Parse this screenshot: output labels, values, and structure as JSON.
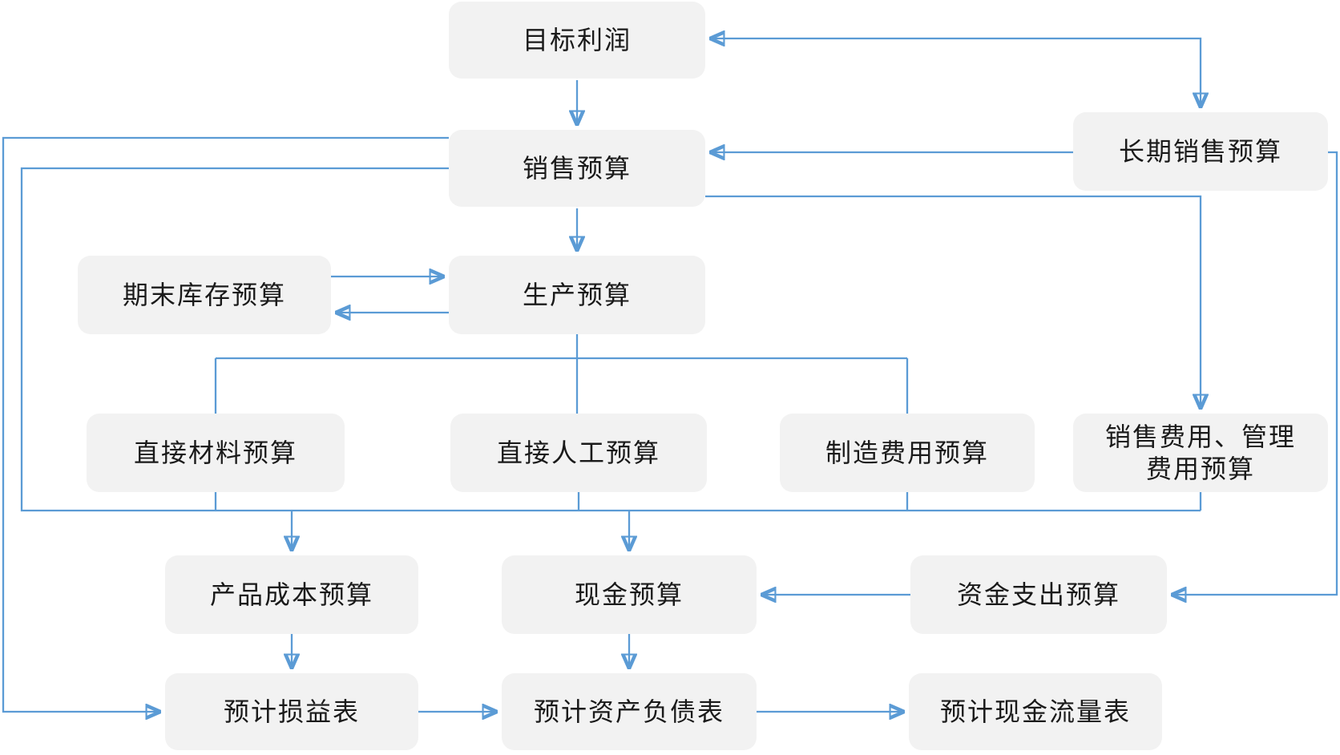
{
  "flowchart": {
    "nodes": {
      "target_profit": {
        "label": "目标利润"
      },
      "long_term_sales_budget": {
        "label": "长期销售预算"
      },
      "sales_budget": {
        "label": "销售预算"
      },
      "ending_inventory_budget": {
        "label": "期末库存预算"
      },
      "production_budget": {
        "label": "生产预算"
      },
      "direct_materials_budget": {
        "label": "直接材料预算"
      },
      "direct_labor_budget": {
        "label": "直接人工预算"
      },
      "manufacturing_overhead_budget": {
        "label": "制造费用预算"
      },
      "selling_admin_expense_budget": {
        "label": "销售费用、管理\n费用预算"
      },
      "product_cost_budget": {
        "label": "产品成本预算"
      },
      "cash_budget": {
        "label": "现金预算"
      },
      "capital_expenditure_budget": {
        "label": "资金支出预算"
      },
      "budgeted_income_statement": {
        "label": "预计损益表"
      },
      "budgeted_balance_sheet": {
        "label": "预计资产负债表"
      },
      "budgeted_cash_flow_statement": {
        "label": "预计现金流量表"
      }
    },
    "colors": {
      "node_fill": "#F2F2F2",
      "node_text": "#1A1A1A",
      "connector": "#5B9BD5",
      "background": "#FFFFFF"
    },
    "edges": [
      {
        "from": "target_profit",
        "to": "sales_budget"
      },
      {
        "from": "target_profit",
        "to": "long_term_sales_budget",
        "bidirectional": true
      },
      {
        "from": "long_term_sales_budget",
        "to": "sales_budget"
      },
      {
        "from": "sales_budget",
        "to": "production_budget"
      },
      {
        "from": "ending_inventory_budget",
        "to": "production_budget"
      },
      {
        "from": "production_budget",
        "to": "ending_inventory_budget"
      },
      {
        "from": "production_budget",
        "to": "direct_materials_budget"
      },
      {
        "from": "production_budget",
        "to": "direct_labor_budget"
      },
      {
        "from": "production_budget",
        "to": "manufacturing_overhead_budget"
      },
      {
        "from": "sales_budget",
        "to": "selling_admin_expense_budget"
      },
      {
        "from": [
          "sales_budget",
          "direct_materials_budget",
          "direct_labor_budget",
          "manufacturing_overhead_budget",
          "selling_admin_expense_budget"
        ],
        "to": [
          "product_cost_budget",
          "cash_budget"
        ],
        "via": "shared-bus"
      },
      {
        "from": "sales_budget",
        "to": "budgeted_income_statement"
      },
      {
        "from": "product_cost_budget",
        "to": "budgeted_income_statement"
      },
      {
        "from": "cash_budget",
        "to": "budgeted_balance_sheet"
      },
      {
        "from": "capital_expenditure_budget",
        "to": "cash_budget"
      },
      {
        "from": "long_term_sales_budget",
        "to": "capital_expenditure_budget"
      },
      {
        "from": "budgeted_income_statement",
        "to": "budgeted_balance_sheet"
      },
      {
        "from": "budgeted_balance_sheet",
        "to": "budgeted_cash_flow_statement"
      }
    ]
  }
}
